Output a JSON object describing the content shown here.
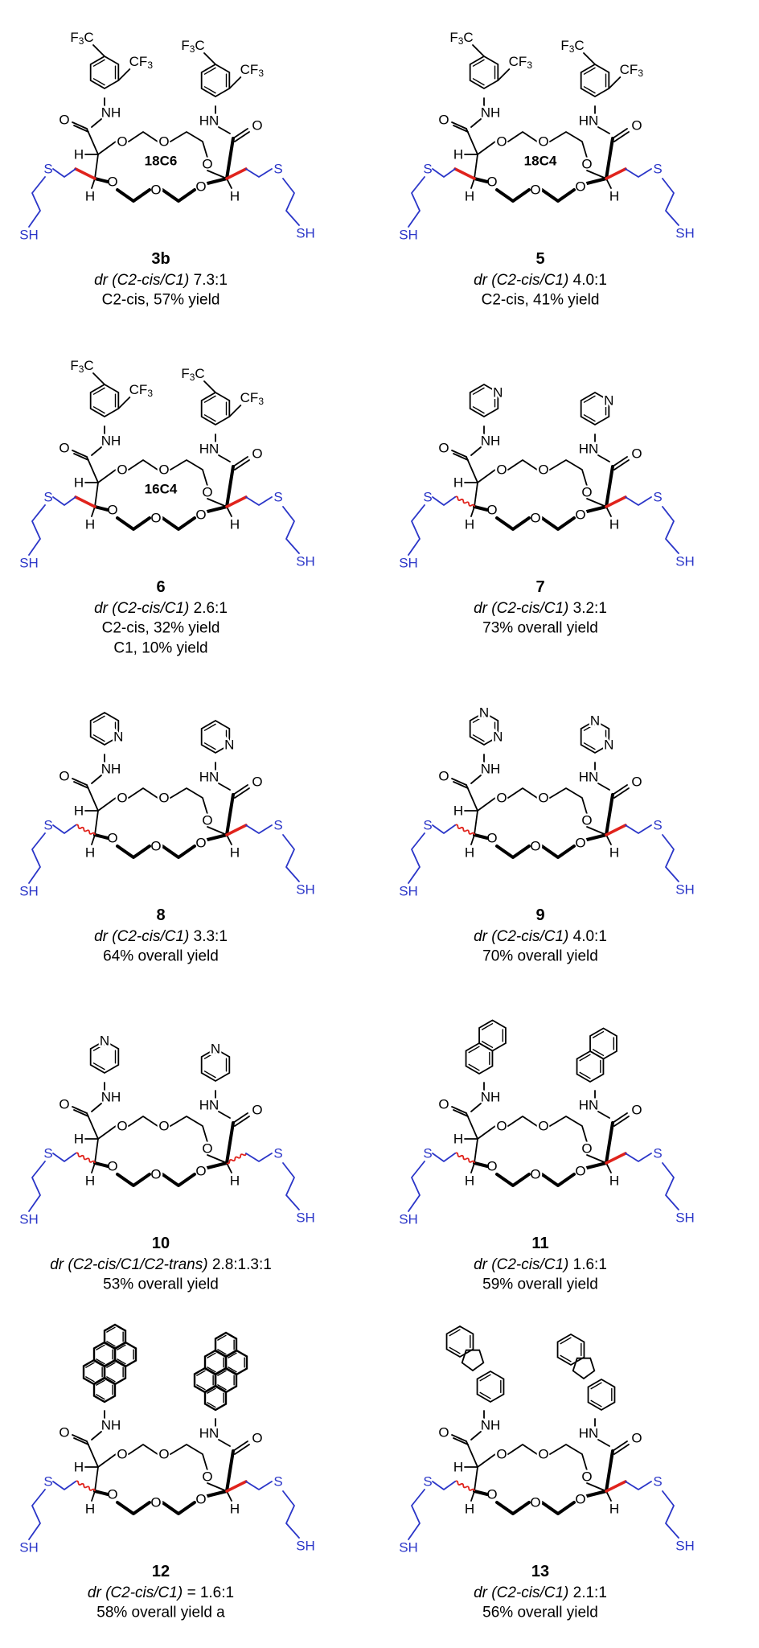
{
  "colors": {
    "bond": "#000000",
    "thioether": "#2a35c8",
    "stereo": "#e0231c"
  },
  "labels": {
    "cf3": "CF3",
    "f3c": "F3C",
    "nh": "NH",
    "hn": "HN",
    "o": "O",
    "h": "H",
    "s": "S",
    "sh": "SH",
    "n": "N"
  },
  "compounds": [
    {
      "id": "3b",
      "ring": "18C6",
      "aryl": "3,5-bis-CF3-phenyl",
      "dr_label": "dr (C2-cis/C1)",
      "dr": "7.3:1",
      "lines": [
        "C2-cis, 57% yield"
      ]
    },
    {
      "id": "5",
      "ring": "18C4",
      "aryl": "3,5-bis-CF3-phenyl",
      "dr_label": "dr (C2-cis/C1)",
      "dr": "4.0:1",
      "lines": [
        "C2-cis, 41% yield"
      ]
    },
    {
      "id": "6",
      "ring": "16C4",
      "aryl": "3,5-bis-CF3-phenyl",
      "dr_label": "dr (C2-cis/C1)",
      "dr": "2.6:1",
      "lines": [
        "C2-cis, 32% yield",
        "C1, 10% yield"
      ]
    },
    {
      "id": "7",
      "ring": "",
      "aryl": "4-pyridyl",
      "dr_label": "dr (C2-cis/C1)",
      "dr": "3.2:1",
      "lines": [
        "73% overall yield"
      ]
    },
    {
      "id": "8",
      "ring": "",
      "aryl": "3-pyridyl",
      "dr_label": "dr (C2-cis/C1)",
      "dr": "3.3:1",
      "lines": [
        "64% overall yield"
      ]
    },
    {
      "id": "9",
      "ring": "",
      "aryl": "5-pyrimidinyl",
      "dr_label": "dr (C2-cis/C1)",
      "dr": "4.0:1",
      "lines": [
        "70% overall yield"
      ]
    },
    {
      "id": "10",
      "ring": "",
      "aryl": "2-pyridyl",
      "dr_label": "dr (C2-cis/C1/C2-trans)",
      "dr": "2.8:1.3:1",
      "lines": [
        "53% overall yield"
      ]
    },
    {
      "id": "11",
      "ring": "",
      "aryl": "1-naphthyl",
      "dr_label": "dr (C2-cis/C1)",
      "dr": "1.6:1",
      "lines": [
        "59% overall yield"
      ]
    },
    {
      "id": "12",
      "ring": "",
      "aryl": "1-pyrenyl",
      "dr_label": "dr (C2-cis/C1) =",
      "dr": "1.6:1",
      "lines": [
        "58% overall yield a"
      ]
    },
    {
      "id": "13",
      "ring": "",
      "aryl": "2-fluorenyl",
      "dr_label": "dr (C2-cis/C1)",
      "dr": "2.1:1",
      "lines": [
        "56% overall yield"
      ]
    }
  ]
}
